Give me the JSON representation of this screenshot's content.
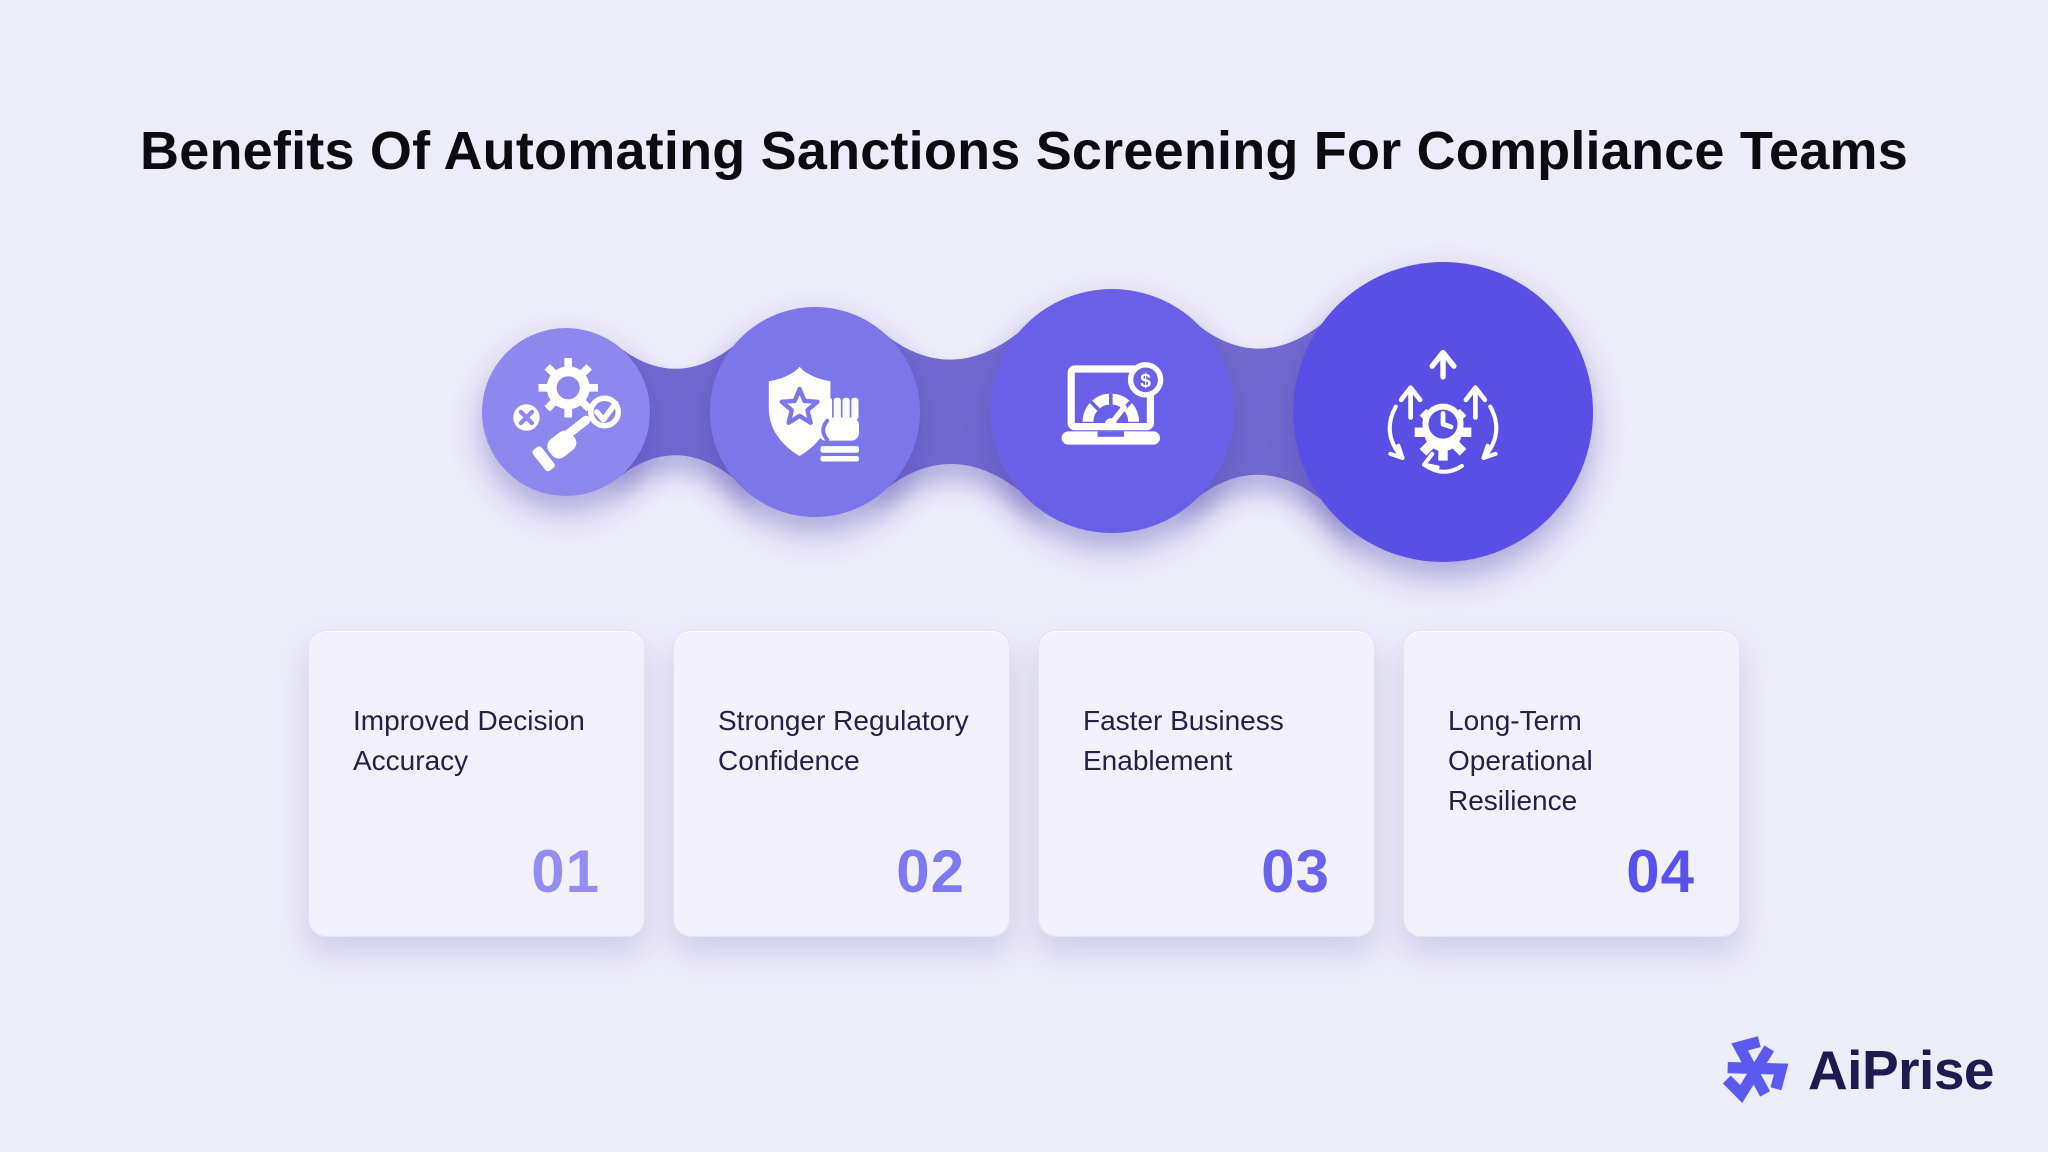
{
  "page": {
    "title": "Benefits Of Automating Sanctions Screening For Compliance Teams",
    "background_color": "#edecf9"
  },
  "flow": {
    "connector_color": "#7169ce",
    "steps": [
      {
        "number": "01",
        "label": "Improved Decision Accuracy",
        "icon": "gear-check-cross-hand-icon",
        "circle_color": "#8d87ee",
        "number_color": "#938df2"
      },
      {
        "number": "02",
        "label": "Stronger Regulatory Confidence",
        "icon": "shield-star-fist-icon",
        "circle_color": "#7d76ea",
        "number_color": "#7f79ef"
      },
      {
        "number": "03",
        "label": "Faster Business Enablement",
        "icon": "laptop-speed-gauge-dollar-icon",
        "circle_color": "#6a61e7",
        "number_color": "#6c63ed",
        "coin_symbol": "$"
      },
      {
        "number": "04",
        "label": "Long-Term Operational Resilience",
        "icon": "gear-clock-growth-arrows-icon",
        "circle_color": "#5a50e5",
        "number_color": "#5a50eb"
      }
    ]
  },
  "branding": {
    "logo_text": "AiPrise",
    "logo_text_color": "#1d1b4f",
    "logo_mark_color": "#5b59ee"
  }
}
